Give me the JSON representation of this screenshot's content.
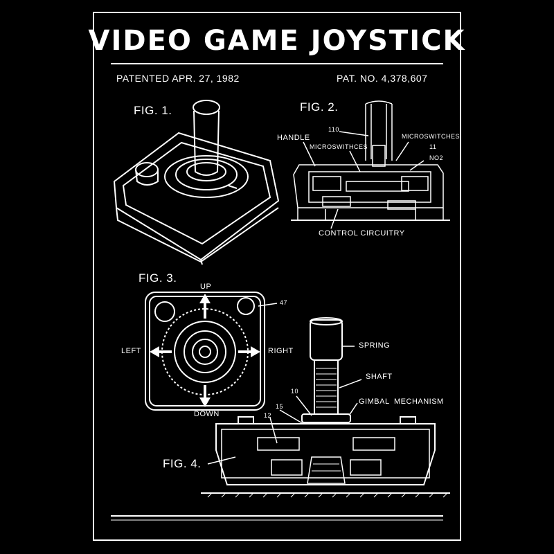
{
  "title": "VIDEO GAME JOYSTICK",
  "patent": {
    "date": "PATENTED APR. 27, 1982",
    "number": "PAT. NO. 4,378,607"
  },
  "figures": {
    "fig1": {
      "label": "FIG. 1."
    },
    "fig2": {
      "label": "FIG. 2.",
      "annotations": {
        "n110": "110",
        "handle": "HANDLE",
        "microswitches_left": "MICROSWITHCES",
        "microswitches_right": "MICROSWITCHES",
        "n11": "11",
        "n102": "NO2",
        "control": "CONTROL CIRCUITRY"
      }
    },
    "fig3": {
      "label": "FIG. 3.",
      "directions": {
        "up": "UP",
        "down": "DOWN",
        "left": "LEFT",
        "right": "RIGHT"
      },
      "n47": "47"
    },
    "fig4": {
      "label": "FIG. 4.",
      "annotations": {
        "spring": "SPRING",
        "shaft": "SHAFT",
        "gimbal": "GIMBAL",
        "mechanism": "MECHANISM",
        "n10": "10",
        "n15": "15",
        "n12": "12"
      }
    }
  },
  "colors": {
    "background": "#000000",
    "ink": "#ffffff"
  }
}
